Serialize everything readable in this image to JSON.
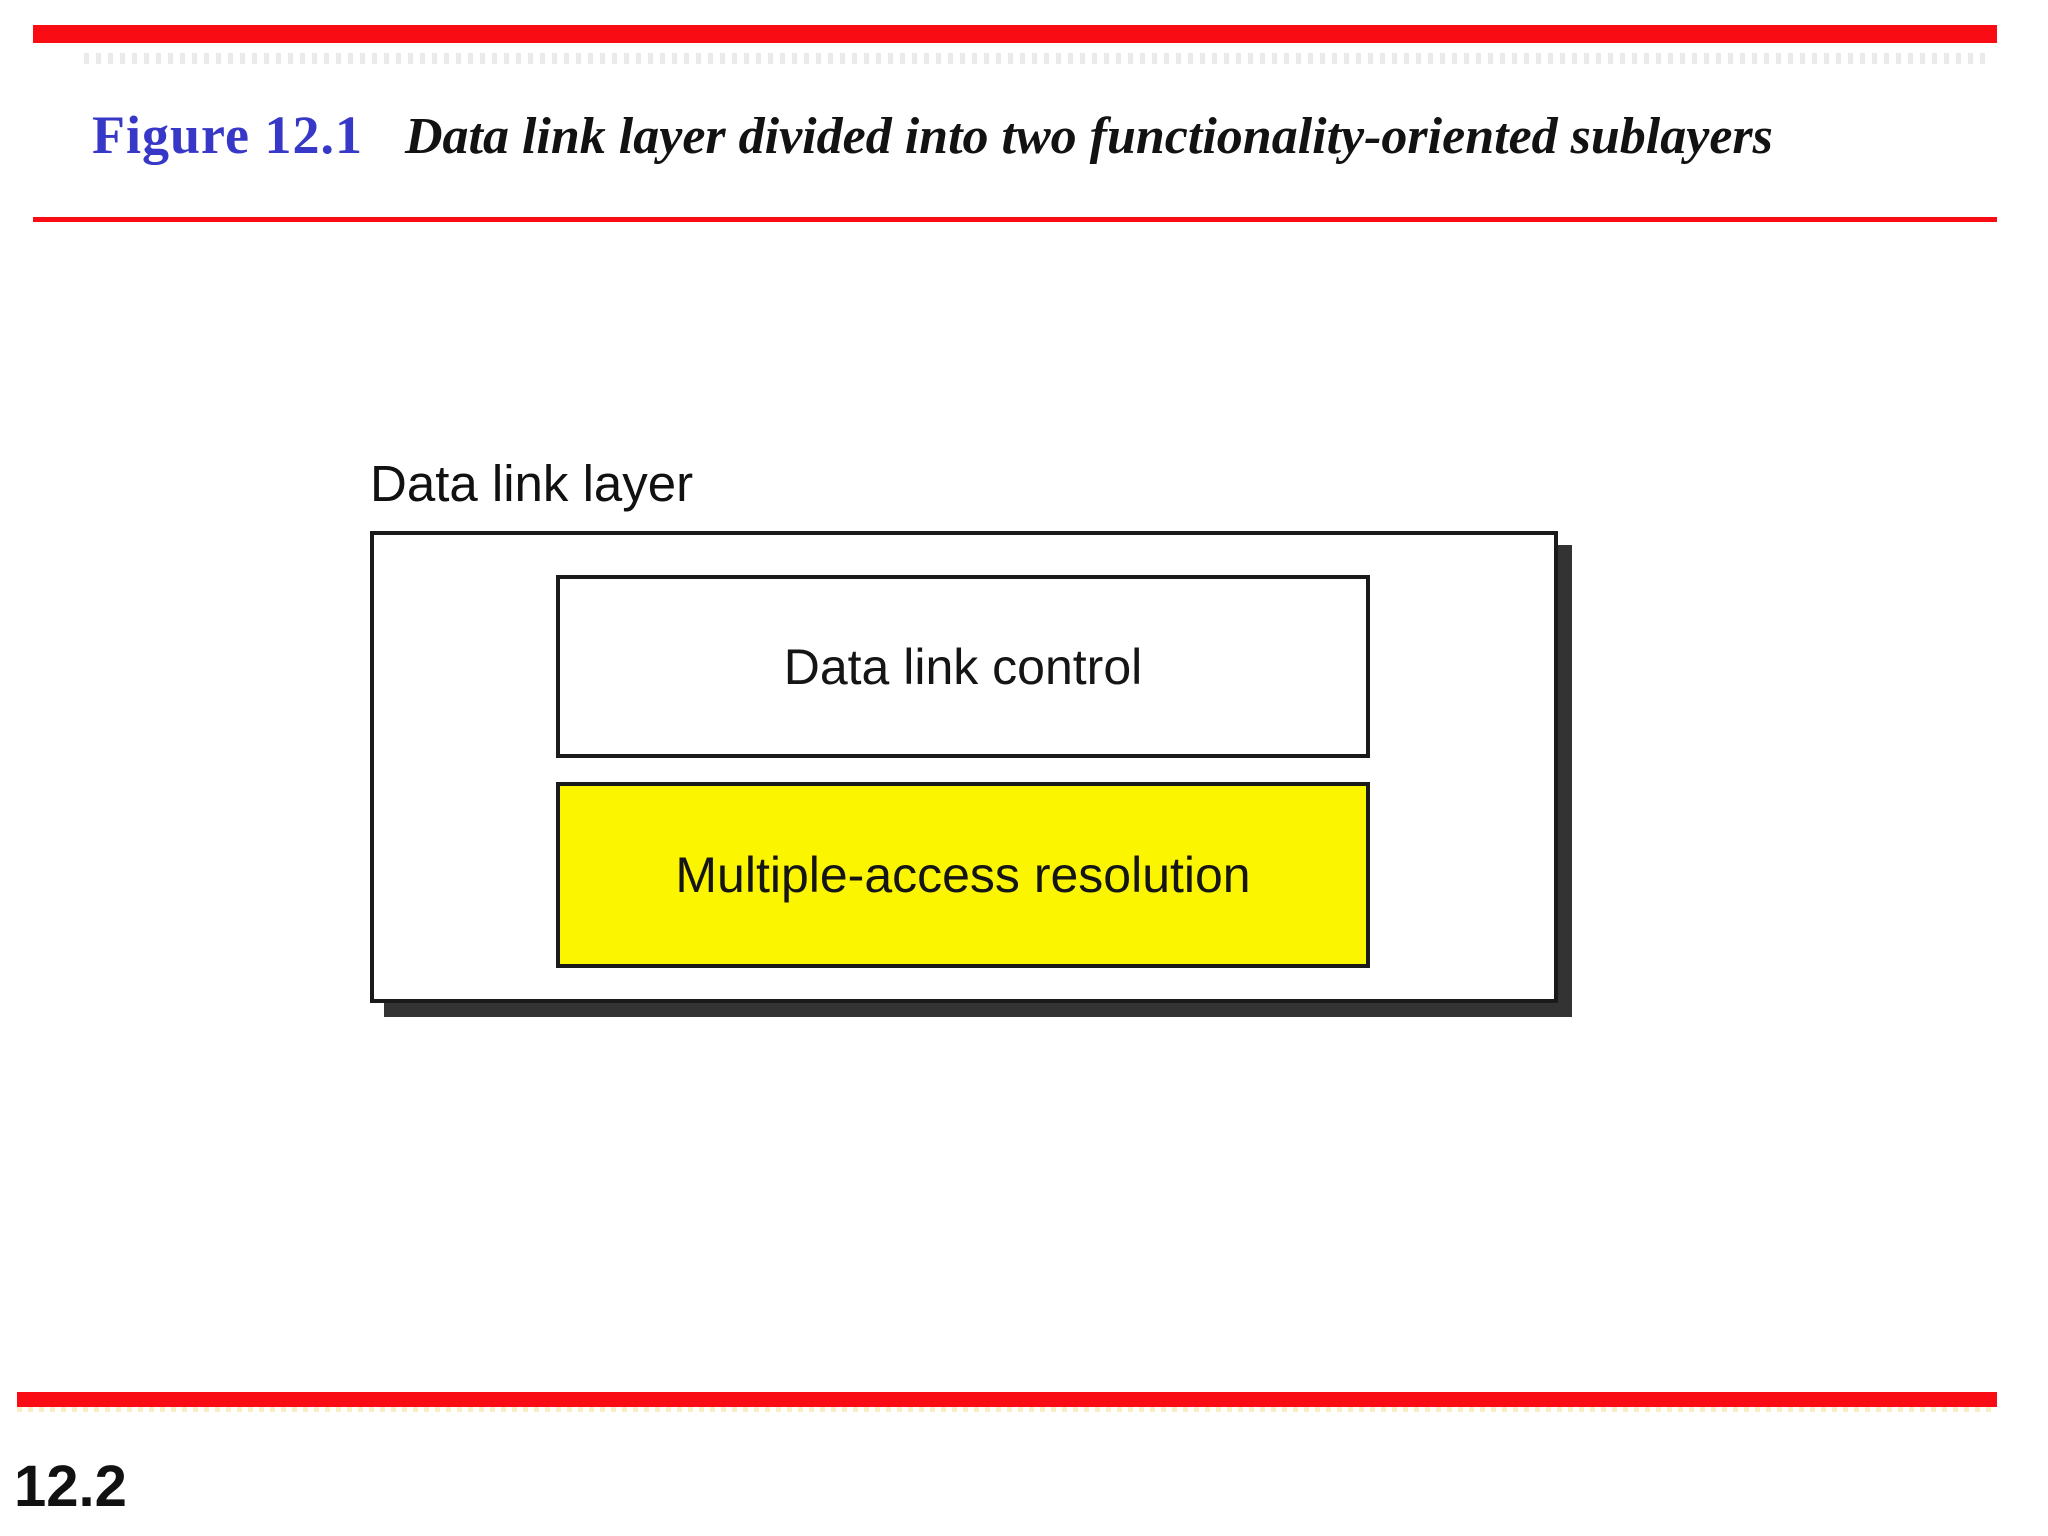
{
  "header": {
    "figure_label": "Figure 12.1",
    "caption": "Data link layer divided into two functionality-oriented sublayers"
  },
  "diagram": {
    "container_label": "Data link layer",
    "sublayers": [
      {
        "label": "Data link control",
        "fill": "#ffffff"
      },
      {
        "label": "Multiple-access resolution",
        "fill": "#fcf500"
      }
    ]
  },
  "footer": {
    "page_number": "12.2"
  },
  "colors": {
    "accent_red": "#fa0c15",
    "figure_label_blue": "#3737c8",
    "highlight_yellow": "#fcf500",
    "box_border_black": "#1a1a1a",
    "shadow_gray": "#333333"
  }
}
